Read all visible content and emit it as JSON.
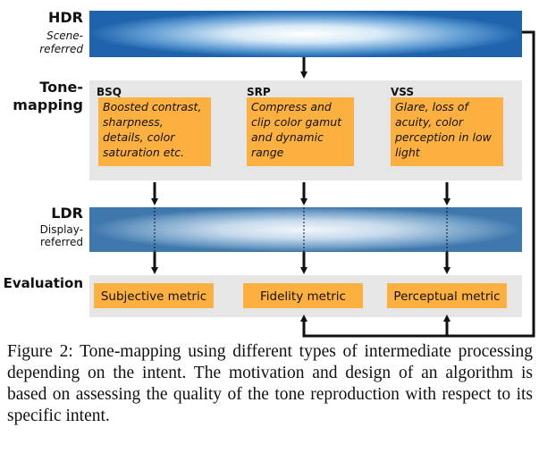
{
  "rows": {
    "hdr": {
      "title": "HDR",
      "sub1": "Scene-",
      "sub2": "referred"
    },
    "tonemapping": {
      "title1": "Tone-",
      "title2": "mapping"
    },
    "ldr": {
      "title": "LDR",
      "sub1": "Display-",
      "sub2": "referred"
    },
    "evaluation": {
      "title": "Evaluation"
    }
  },
  "intents": [
    {
      "label": "BSQ",
      "lines": [
        "Boosted contrast,",
        "sharpness,",
        "details, color",
        "saturation etc."
      ],
      "metric": "Subjective metric"
    },
    {
      "label": "SRP",
      "lines": [
        "Compress and",
        "clip color gamut",
        "and dynamic",
        "range"
      ],
      "metric": "Fidelity metric"
    },
    {
      "label": "VSS",
      "lines": [
        "Glare, loss of",
        "acuity, color",
        "perception in low",
        "light"
      ],
      "metric": "Perceptual metric"
    }
  ],
  "caption": "Figure 2:  Tone-mapping using different types of intermediate processing depending on the intent. The motivation and design of an algorithm is based on assessing the quality of the tone reproduction with respect to its specific intent.",
  "colors": {
    "orange_box": "#fbb040",
    "panel_gray": "#e6e6e6",
    "bar_blue": "#2f6fae",
    "bar_light": "#ffffff",
    "arrow": "#111111"
  }
}
